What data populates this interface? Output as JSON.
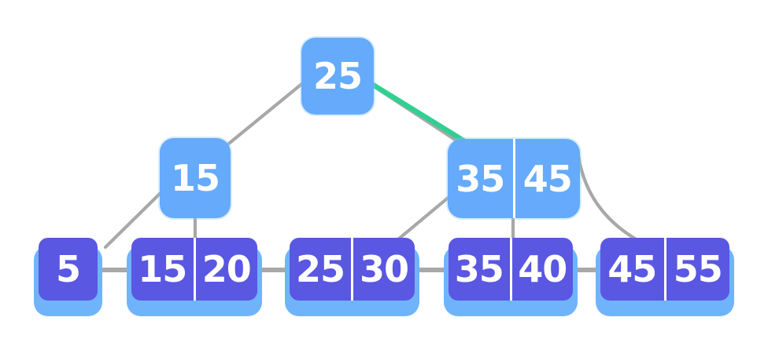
{
  "diagram": {
    "type": "b-plus-tree",
    "colors": {
      "internal_node_fill": "#65aafb",
      "leaf_node_fill": "#5a57e2",
      "leaf_node_shadow": "#6fb4fb",
      "edge": "#a8a8a8",
      "highlight_edge": "#2fd092",
      "key_text": "#ffffff",
      "key_divider": "#ffffff",
      "background": "#ffffff"
    },
    "nodes": {
      "root": {
        "keys": [
          "25"
        ]
      },
      "internal_left": {
        "keys": [
          "15"
        ]
      },
      "internal_right": {
        "keys": [
          "35",
          "45"
        ]
      },
      "leaf_1": {
        "keys": [
          "5"
        ]
      },
      "leaf_2": {
        "keys": [
          "15",
          "20"
        ]
      },
      "leaf_3": {
        "keys": [
          "25",
          "30"
        ]
      },
      "leaf_4": {
        "keys": [
          "35",
          "40"
        ]
      },
      "leaf_5": {
        "keys": [
          "45",
          "55"
        ]
      }
    },
    "edges": [
      {
        "from": "root",
        "to": "internal_left",
        "highlighted": false
      },
      {
        "from": "root",
        "to": "internal_right",
        "highlighted": true
      },
      {
        "from": "internal_left",
        "to": "leaf_1",
        "highlighted": false
      },
      {
        "from": "internal_left",
        "to": "leaf_2",
        "highlighted": false
      },
      {
        "from": "internal_right",
        "to": "leaf_3",
        "highlighted": false
      },
      {
        "from": "internal_right",
        "to": "leaf_4",
        "highlighted": false
      },
      {
        "from": "internal_right",
        "to": "leaf_5",
        "highlighted": false
      }
    ],
    "leaf_links": [
      {
        "from": "leaf_1",
        "to": "leaf_2"
      },
      {
        "from": "leaf_2",
        "to": "leaf_3"
      },
      {
        "from": "leaf_3",
        "to": "leaf_4"
      },
      {
        "from": "leaf_4",
        "to": "leaf_5"
      }
    ]
  }
}
